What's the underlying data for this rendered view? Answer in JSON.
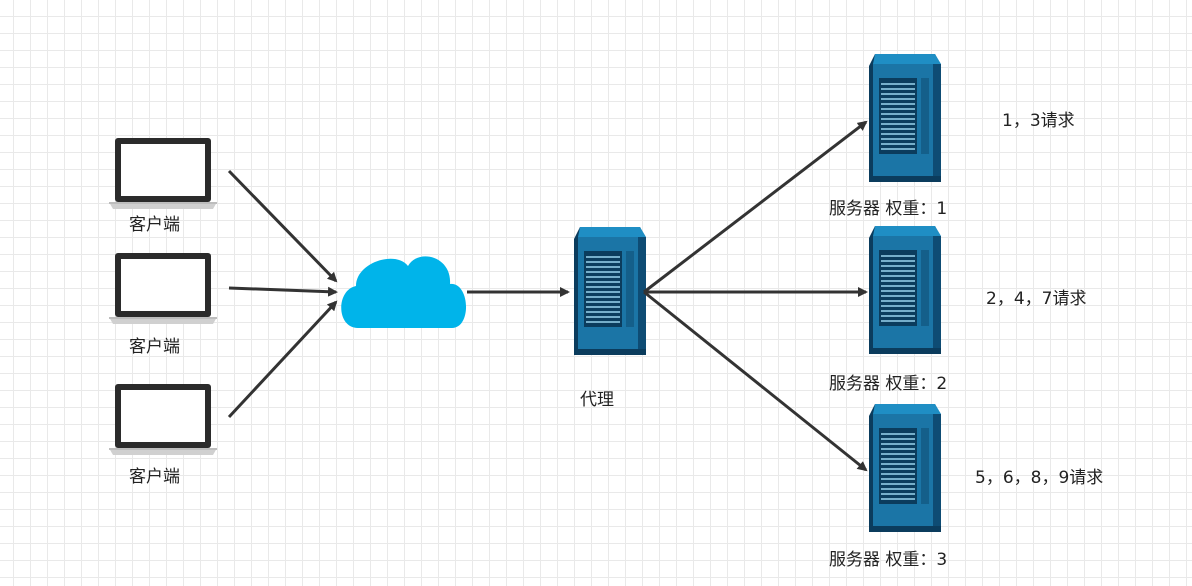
{
  "clients": [
    {
      "label": "客户端"
    },
    {
      "label": "客户端"
    },
    {
      "label": "客户端"
    }
  ],
  "proxy": {
    "label": "代理"
  },
  "servers": [
    {
      "label": "服务器 权重：1",
      "requests": "1，3请求"
    },
    {
      "label": "服务器 权重：2",
      "requests": "2，4，7请求"
    },
    {
      "label": "服务器 权重：3",
      "requests": "5，6，8，9请求"
    }
  ],
  "colors": {
    "cloud": "#00b4ea",
    "server": "#1b75a6",
    "server_dark": "#0b3c5d",
    "laptop_frame": "#2b2b2b",
    "arrow": "#333333"
  },
  "icons": {
    "client": "laptop-icon",
    "network": "cloud-icon",
    "proxy": "server-icon",
    "server": "server-icon"
  }
}
